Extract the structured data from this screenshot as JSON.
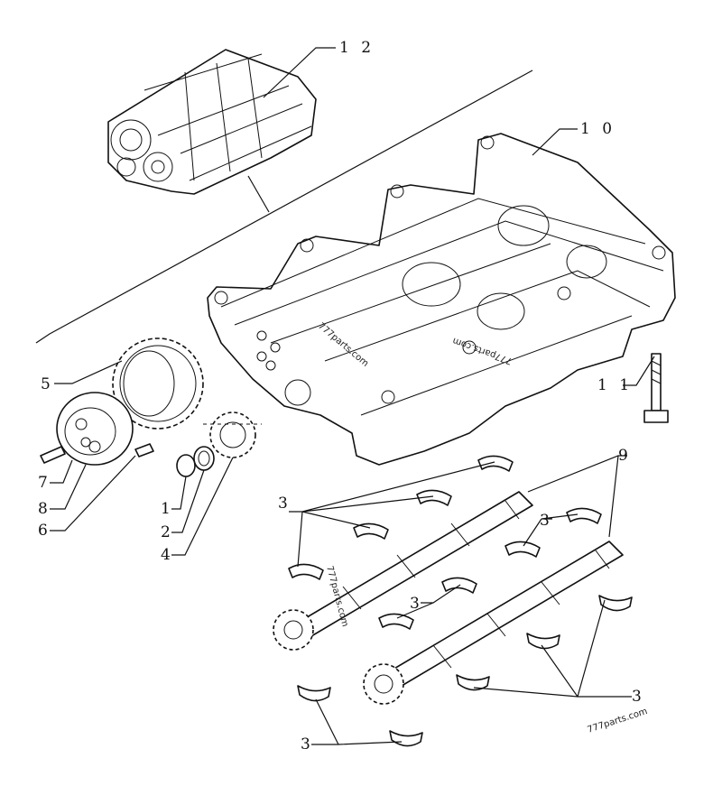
{
  "labels": {
    "l12": "1 2",
    "l10": "1 0",
    "l11": "1 1",
    "l5": "5",
    "l7": "7",
    "l8": "8",
    "l6": "6",
    "l1": "1",
    "l2": "2",
    "l4": "4",
    "l9": "9",
    "l3a": "3",
    "l3b": "3",
    "l3c": "3",
    "l3d": "3",
    "l3e": "3"
  },
  "watermarks": {
    "w1": "777parts.com",
    "w2": "777parts.com",
    "w3": "777parts.com",
    "w4": "777parts.com"
  }
}
